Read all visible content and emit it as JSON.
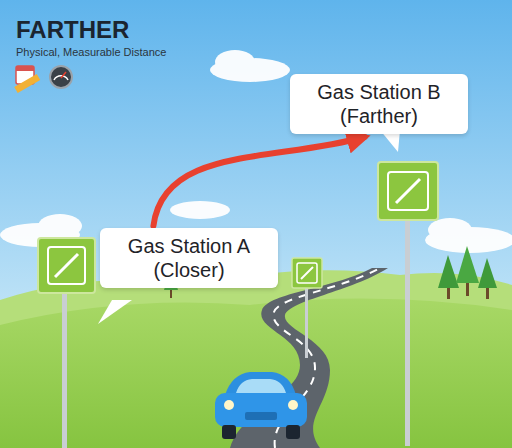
{
  "diagram": {
    "title": "FARTHER",
    "nodes": [
      {
        "text": [
          "Gas Station A (Closer)"
        ]
      },
      {
        "text": [
          "Gas Station B (Farther)"
        ]
      }
    ],
    "edges": [
      {
        "from": 0,
        "to": 1,
        "arrow": "to"
      }
    ],
    "labels": [
      "Physical, Measurable Distance"
    ]
  }
}
